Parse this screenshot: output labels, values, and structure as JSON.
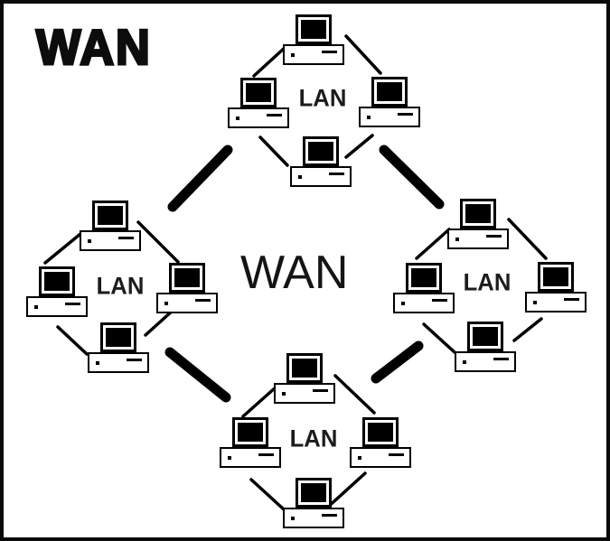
{
  "diagram": {
    "corner_title": "WAN",
    "center_label": "WAN",
    "colors": {
      "foreground": "#000000",
      "background": "#ffffff"
    },
    "clusters": [
      {
        "name": "top",
        "label": "LAN",
        "computer_count": 4
      },
      {
        "name": "left",
        "label": "LAN",
        "computer_count": 4
      },
      {
        "name": "right",
        "label": "LAN",
        "computer_count": 4
      },
      {
        "name": "bottom",
        "label": "LAN",
        "computer_count": 4
      }
    ],
    "backbone_link_count": 4
  }
}
